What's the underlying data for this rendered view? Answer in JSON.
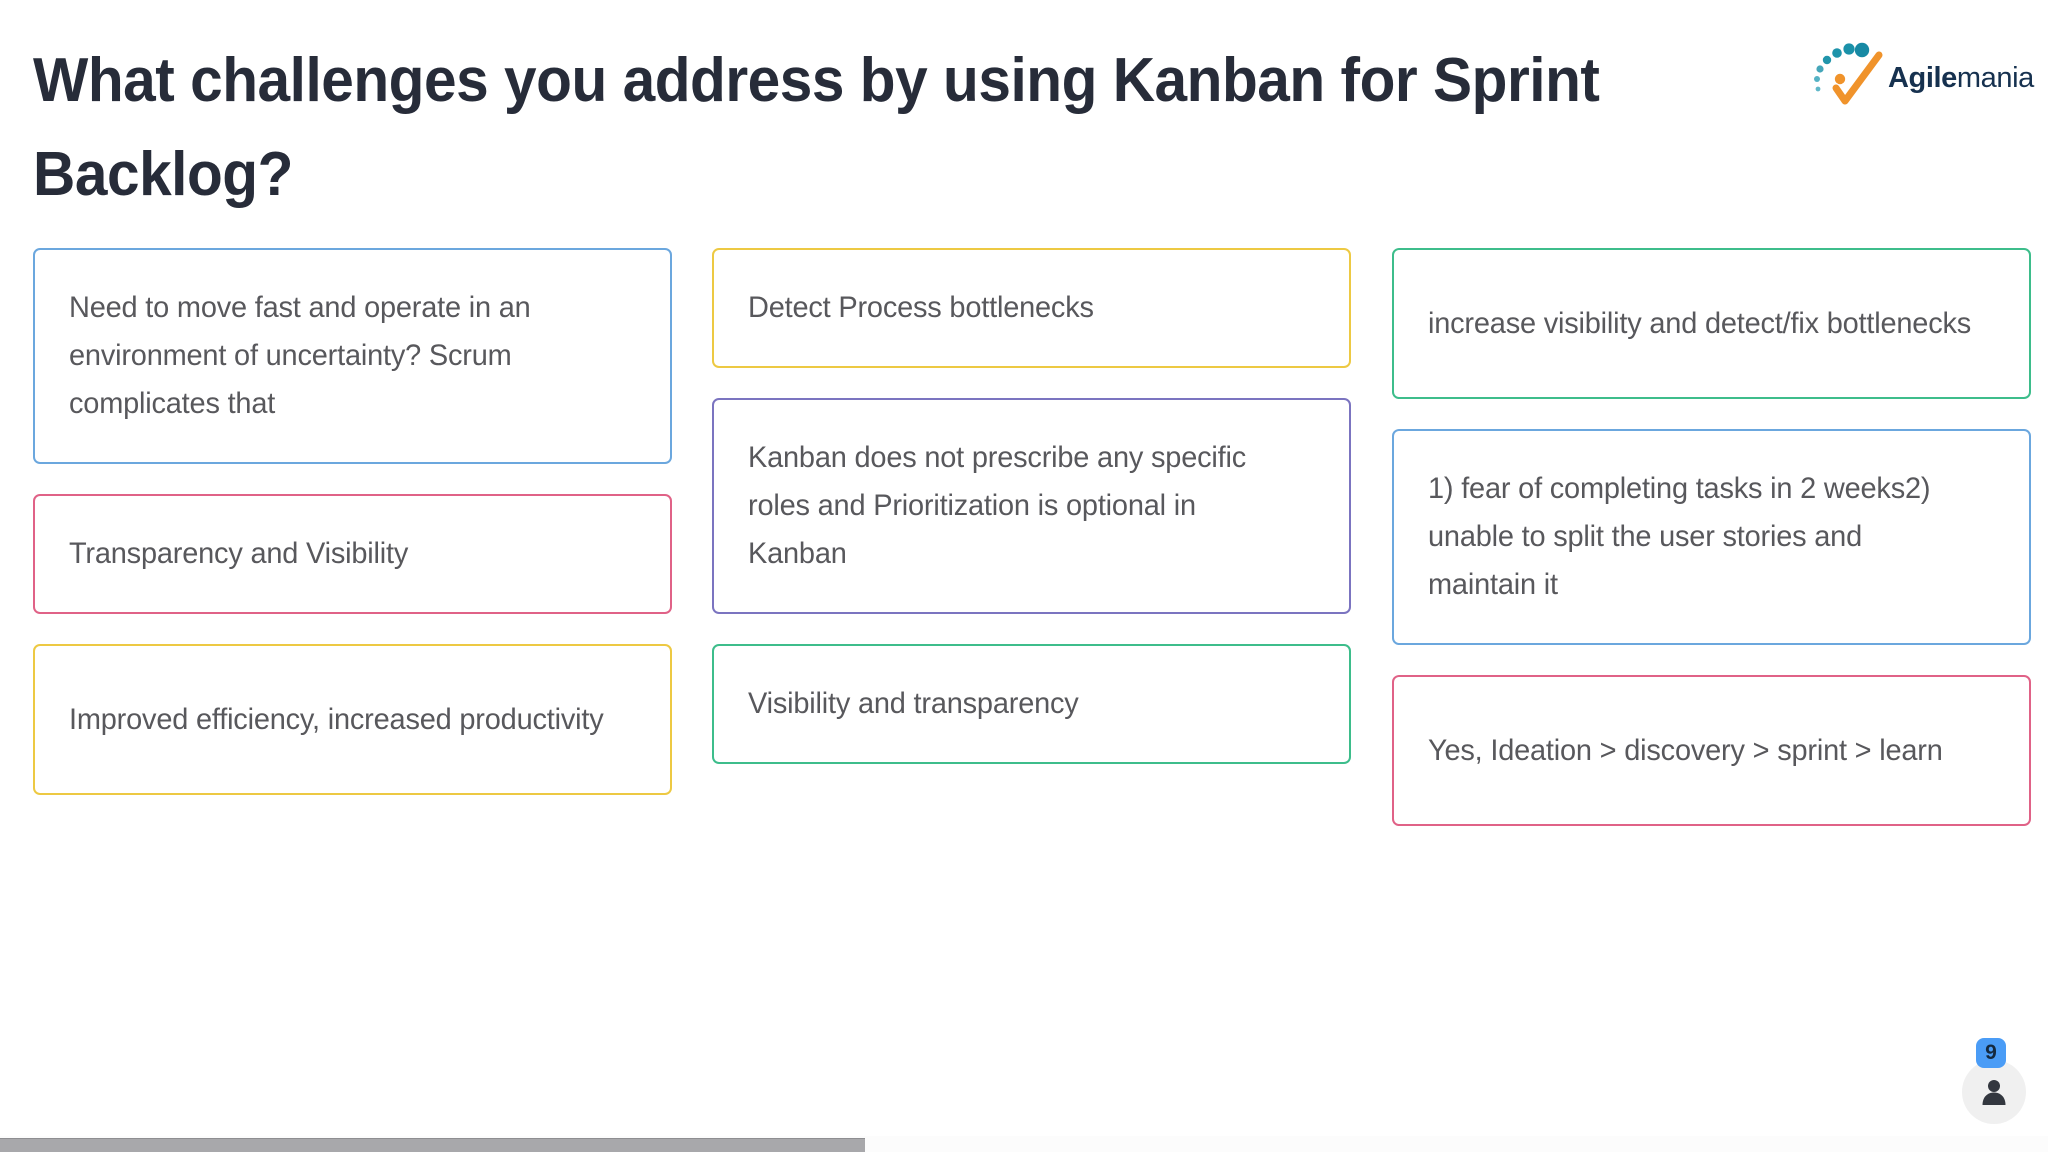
{
  "header": {
    "title": "What challenges you address by using Kanban for Sprint Backlog?",
    "title_color": "#272c39"
  },
  "logo": {
    "name": "agilemania-logo",
    "word_bold": "Agile",
    "word_light": "mania",
    "dot_color": "#1b97ad",
    "check_color": "#f0932b",
    "text_color": "#16314f"
  },
  "board": {
    "columns": [
      {
        "name": "column-left",
        "cards": [
          {
            "text": "Need to move fast and operate in an environment of uncertainty? Scrum complicates that",
            "border_color": "#6ba7de",
            "size": "h3"
          },
          {
            "text": "Transparency and Visibility",
            "border_color": "#e06287",
            "size": "h1"
          },
          {
            "text": "Improved efficiency, increased productivity",
            "border_color": "#edc943",
            "size": "h2"
          }
        ]
      },
      {
        "name": "column-middle",
        "cards": [
          {
            "text": "Detect Process bottlenecks",
            "border_color": "#edc943",
            "size": "h1"
          },
          {
            "text": "Kanban does not prescribe any specific roles and Prioritization is optional in Kanban",
            "border_color": "#7b74c0",
            "size": "h3"
          },
          {
            "text": "Visibility and transparency",
            "border_color": "#3dbd8b",
            "size": "h1"
          }
        ]
      },
      {
        "name": "column-right",
        "cards": [
          {
            "text": "increase visibility and detect/fix bottlenecks",
            "border_color": "#3dbd8b",
            "size": "h2"
          },
          {
            "text": "1) fear of completing tasks in 2 weeks2) unable to split the user stories and maintain it",
            "border_color": "#6ba7de",
            "size": "h3"
          },
          {
            "text": "Yes, Ideation > discovery > sprint > learn",
            "border_color": "#e06287",
            "size": "h2"
          }
        ]
      }
    ]
  },
  "participants": {
    "count": "9",
    "badge_color": "#4a9cf6",
    "icon": "person-icon"
  },
  "scrollbar": {
    "orientation": "horizontal",
    "thumb_color": "#a8a8ab"
  }
}
